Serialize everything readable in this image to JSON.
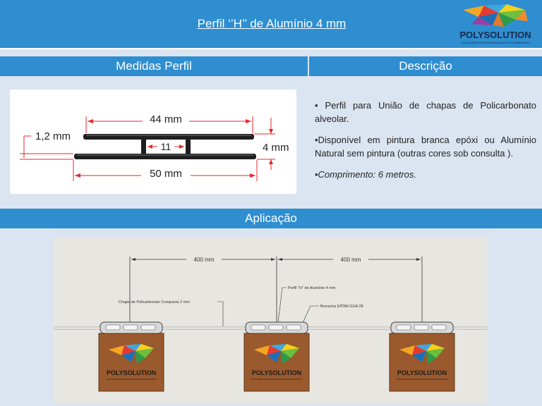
{
  "header": {
    "title": "Perfil  ‘’H’’ de Alumínio 4 mm",
    "brand": "POLYSOLUTION",
    "brand_tagline": "SOLUÇÕES SUSTENTÁVEIS EM POLICARBONATO"
  },
  "sections": {
    "medidas_title": "Medidas Perfil",
    "descricao_title": "Descrição",
    "aplicacao_title": "Aplicação"
  },
  "profile_drawing": {
    "dim_top": "44 mm",
    "dim_inner": "11",
    "dim_bottom": "50 mm",
    "dim_left": "1,2 mm",
    "dim_right": "4 mm"
  },
  "descricao": {
    "p1": "• Perfil para União de chapas de Policarbonato alveolar.",
    "p2": "•Disponível em pintura branca epóxi ou Alumínio Natural sem pintura (outras cores sob consulta ).",
    "p3": "•Comprimento: 6 metros."
  },
  "aplicacao": {
    "dim_1": "400 mm",
    "dim_2": "400 mm",
    "label_chapa": "Chapa de Policarbonato Compacta 2 mm",
    "label_perfil": "Perfil \"H\" de Alumínio 4 mm",
    "label_borracha": "Borracha EPDM GUA 28",
    "post_brand": "POLYSOLUTION",
    "post_tagline": "SOLUÇÕES SUSTENTÁVEIS EM POLICARBONATO"
  },
  "colors": {
    "bar_blue": "#2e8ed0",
    "panel_bg": "#dbe5f1",
    "dimension_red": "#e8252a",
    "post_brown": "#9a5a2e"
  },
  "icons": [
    "polysolution-logo"
  ]
}
